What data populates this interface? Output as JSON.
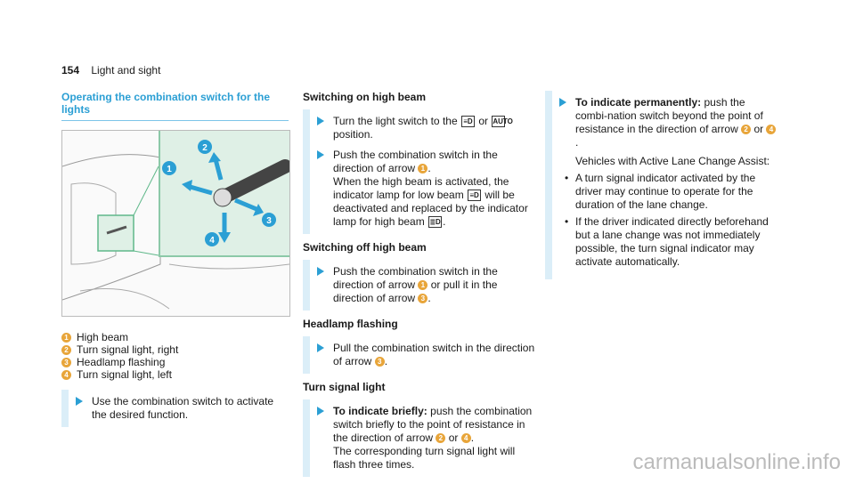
{
  "header": {
    "page_number": "154",
    "section": "Light and sight"
  },
  "col1": {
    "title": "Operating the combination switch for the lights",
    "legend": [
      {
        "n": "1",
        "text": "High beam"
      },
      {
        "n": "2",
        "text": "Turn signal light, right"
      },
      {
        "n": "3",
        "text": "Headlamp flashing"
      },
      {
        "n": "4",
        "text": "Turn signal light, left"
      }
    ],
    "step": "Use the combination switch to activate the desired function."
  },
  "col2": {
    "h_on": "Switching on high beam",
    "on1": "Turn the light switch to the",
    "on1b": "or",
    "on1c": "position.",
    "on2a": "Push the combination switch in the direction of arrow",
    "on2b": ".",
    "on2c": "When the high beam is activated, the indicator lamp for low beam",
    "on2d": "will be deactivated and replaced by the indicator lamp for high beam",
    "on2e": ".",
    "h_off": "Switching off high beam",
    "off1a": "Push the combination switch in the direction of arrow",
    "off1b": "or pull it in the direction of arrow",
    "off1c": ".",
    "h_flash": "Headlamp flashing",
    "fl1a": "Pull the combination switch in the direction of arrow",
    "fl1b": ".",
    "h_turn": "Turn signal light",
    "tu_bold": "To indicate briefly:",
    "tu1a": "push the combination switch briefly to the point of resistance in the direction of arrow",
    "tu1b": "or",
    "tu1c": ".",
    "tu1d": "The corresponding turn signal light will flash three times."
  },
  "col3": {
    "perm_bold": "To indicate permanently:",
    "perm_a": "push the combi-nation switch beyond the point of resistance in the direction of arrow",
    "perm_b": "or",
    "perm_c": ".",
    "vehicles": "Vehicles with Active Lane Change Assist:",
    "bullets": [
      "A turn signal indicator activated by the driver may continue to operate for the duration of the lane change.",
      "If the driver indicated directly beforehand but a lane change was not immediately possible, the turn signal indicator may activate automatically."
    ]
  },
  "icons": {
    "low_beam": "low-beam-icon",
    "auto": "AUTO",
    "high_beam": "high-beam-icon"
  },
  "watermark": "carmanualsonline.info",
  "colors": {
    "accent": "#2b9fd4",
    "number_badge": "#e8a53a"
  }
}
